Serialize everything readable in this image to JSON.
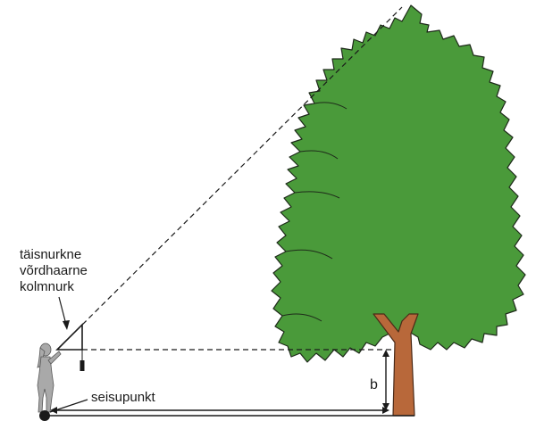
{
  "labels": {
    "triangle_line1": "täisnurkne",
    "triangle_line2": "võrdhaarne",
    "triangle_line3": "kolmnurk",
    "standpoint": "seisupunkt",
    "height_b": "b"
  },
  "colors": {
    "foliage": "#4a9a3a",
    "foliage_outline": "#1e2a1a",
    "trunk": "#b8683a",
    "trunk_outline": "#4a2a18",
    "person": "#a9a9a9",
    "ink": "#1a1a1a"
  }
}
